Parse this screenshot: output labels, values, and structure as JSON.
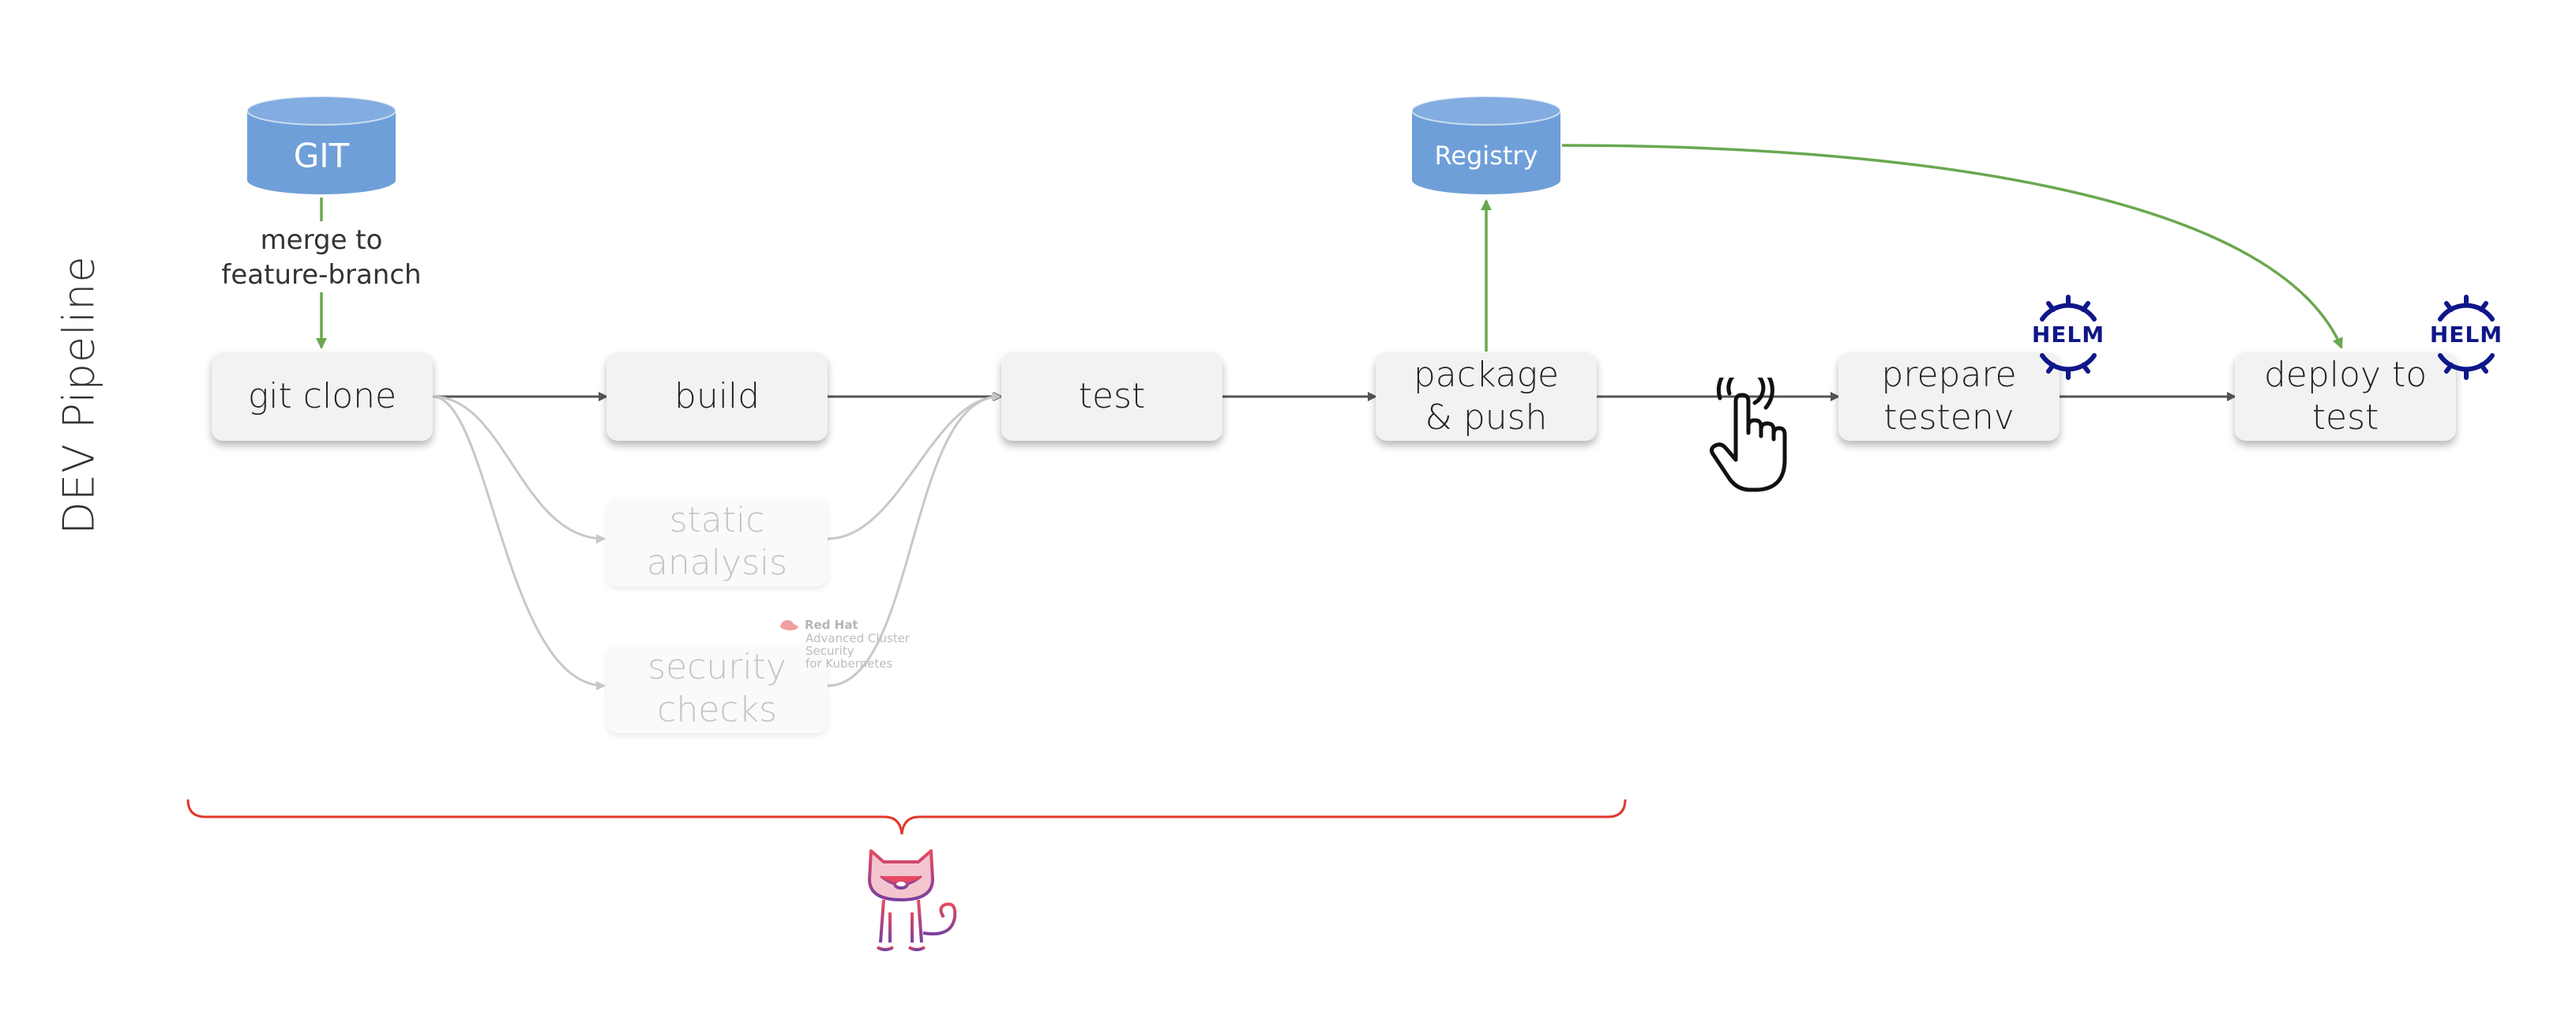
{
  "diagram": {
    "side_title": "DEV Pipeline",
    "git_db": {
      "label": "GIT"
    },
    "registry_db": {
      "label": "Registry"
    },
    "merge_label": "merge to\nfeature-branch",
    "steps": {
      "git_clone": "git clone",
      "build": "build",
      "test": "test",
      "package_push": "package\n& push",
      "prepare_testenv": "prepare\ntestenv",
      "deploy_to_test": "deploy to\ntest",
      "static_analysis": "static\nanalysis",
      "security_checks": "security\nchecks"
    },
    "redhat_logo": {
      "brand": "Red Hat",
      "product": "Advanced Cluster\nSecurity\nfor Kubernetes"
    },
    "helm_logo_text": "HELM",
    "icons": {
      "pointer": "hand-pointer-icon",
      "mascot": "tekton-cat-icon",
      "helm": "helm-wheel-icon",
      "database": "cylinder-database-icon"
    },
    "colors": {
      "arrow": "#555555",
      "green_arrow": "#6aa84f",
      "faded_arrow": "#c8c8c8",
      "db_fill": "#6f9fd8",
      "brace": "#e0392b",
      "helm": "#0f1689"
    }
  }
}
